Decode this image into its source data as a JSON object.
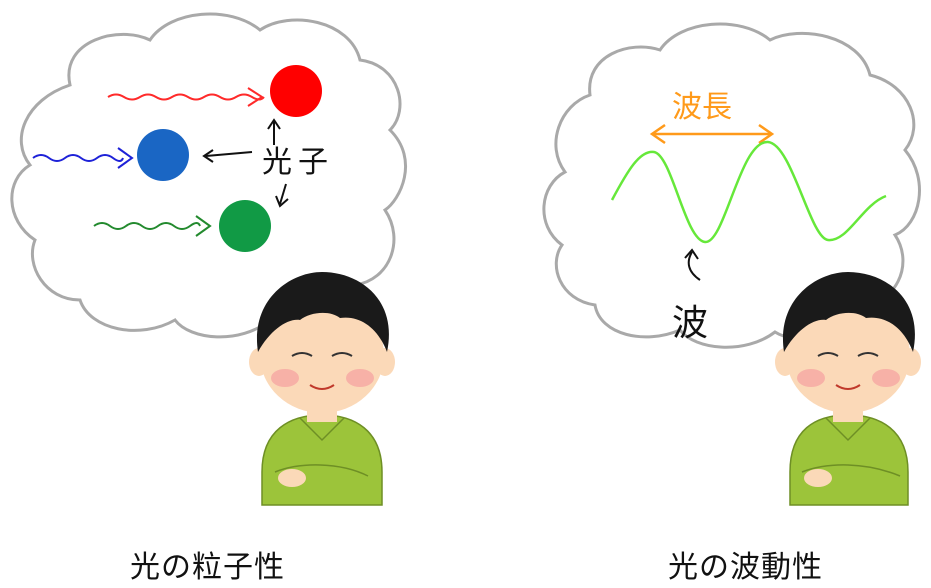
{
  "left_panel": {
    "label": "光子",
    "caption": "光の粒子性",
    "particles": [
      {
        "name": "red-photon",
        "color": "#ff0000",
        "arrow_color": "#ff2a2a"
      },
      {
        "name": "blue-photon",
        "color": "#1a66c4",
        "arrow_color": "#1e22d8"
      },
      {
        "name": "green-photon",
        "color": "#119a45",
        "arrow_color": "#238a2e"
      }
    ]
  },
  "right_panel": {
    "wavelength_label": "波長",
    "wave_label": "波",
    "caption": "光の波動性",
    "wave_color": "#66e83a",
    "wavelength_color": "#ff9a1a"
  },
  "person": {
    "shirt_color": "#9cc43a",
    "hair_color": "#1a1a1a",
    "skin_color": "#fbd9b8",
    "cheek_color": "#f6a6a2"
  },
  "cloud": {
    "stroke": "#a9a9a9",
    "fill": "#ffffff"
  }
}
